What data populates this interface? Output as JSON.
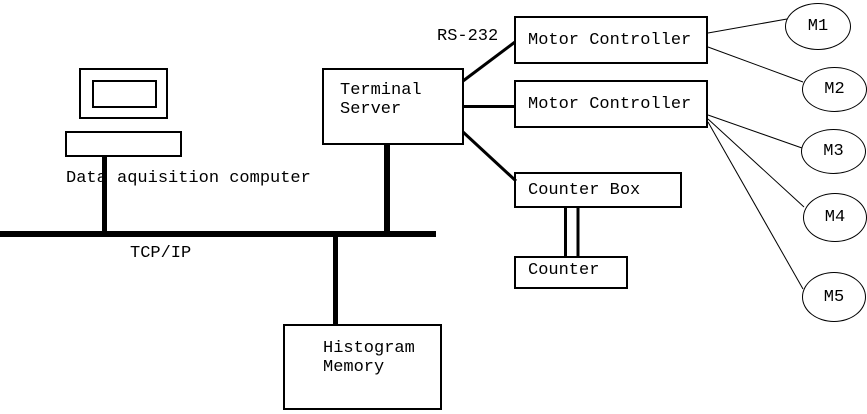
{
  "diagram": {
    "computer": {
      "label": "Data aquisition computer"
    },
    "bus": {
      "label": "TCP/IP"
    },
    "serial": {
      "label": "RS-232"
    },
    "terminal_server": {
      "line1": "Terminal",
      "line2": "Server"
    },
    "motor_controller_1": {
      "label": "Motor Controller"
    },
    "motor_controller_2": {
      "label": "Motor Controller"
    },
    "counter_box": {
      "label": "Counter Box"
    },
    "counter": {
      "label": "Counter"
    },
    "histogram_memory": {
      "line1": "Histogram",
      "line2": "Memory"
    },
    "motors": [
      "M1",
      "M2",
      "M3",
      "M4",
      "M5"
    ],
    "colors": {
      "line": "#000000",
      "background": "#ffffff"
    }
  }
}
